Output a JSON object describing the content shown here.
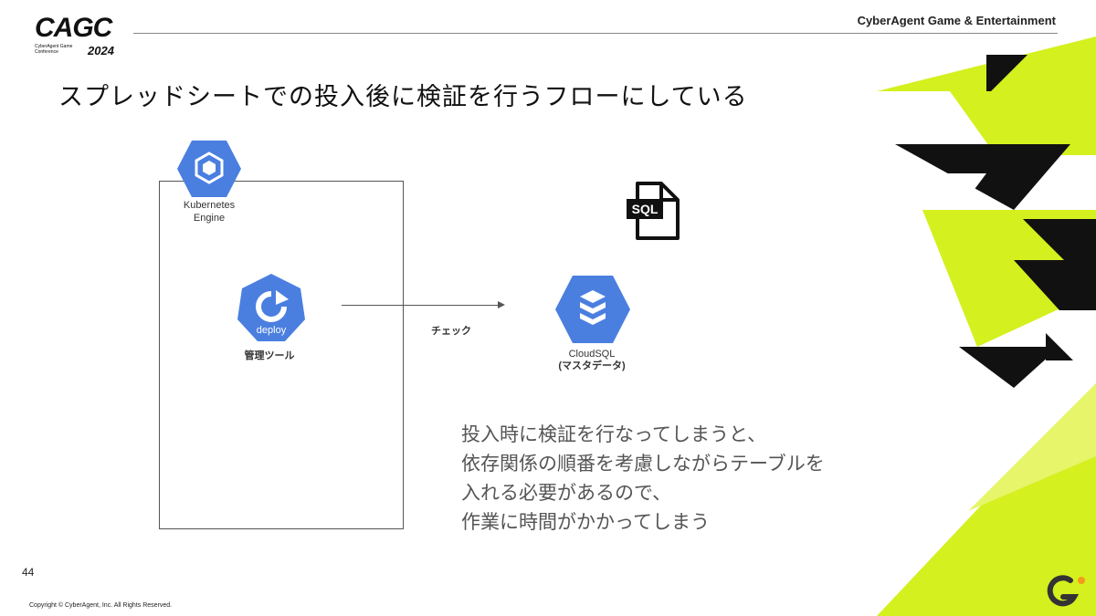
{
  "header": {
    "logo_main": "CAGC",
    "logo_sub": "CyberAgent Game Conference",
    "logo_year": "2024",
    "company": "CyberAgent Game & Entertainment"
  },
  "slide": {
    "title": "スプレッドシートでの投入後に検証を行うフローにしている",
    "kubernetes_label": [
      "Kubernetes",
      "Engine"
    ],
    "deploy_icon_text": "deploy",
    "tool_label": "管理ツール",
    "check_label": "チェック",
    "sql_icon_text": "SQL",
    "cloudsql_label": [
      "CloudSQL",
      "(マスタデータ)"
    ],
    "note_lines": [
      "投入時に検証を行なってしまうと、",
      "依存関係の順番を考慮しながらテーブルを",
      "入れる必要があるので、",
      "作業に時間がかかってしまう"
    ]
  },
  "footer": {
    "page_number": "44",
    "copyright": "Copyright © CyberAgent, Inc. All Rights Reserved."
  },
  "colors": {
    "accent_lime": "#D4F01E",
    "gcp_blue": "#4A7FE0",
    "black": "#111111"
  },
  "icons": [
    "kubernetes-engine-icon",
    "deploy-icon",
    "sql-file-icon",
    "cloudsql-icon",
    "watermark-logo-icon"
  ]
}
